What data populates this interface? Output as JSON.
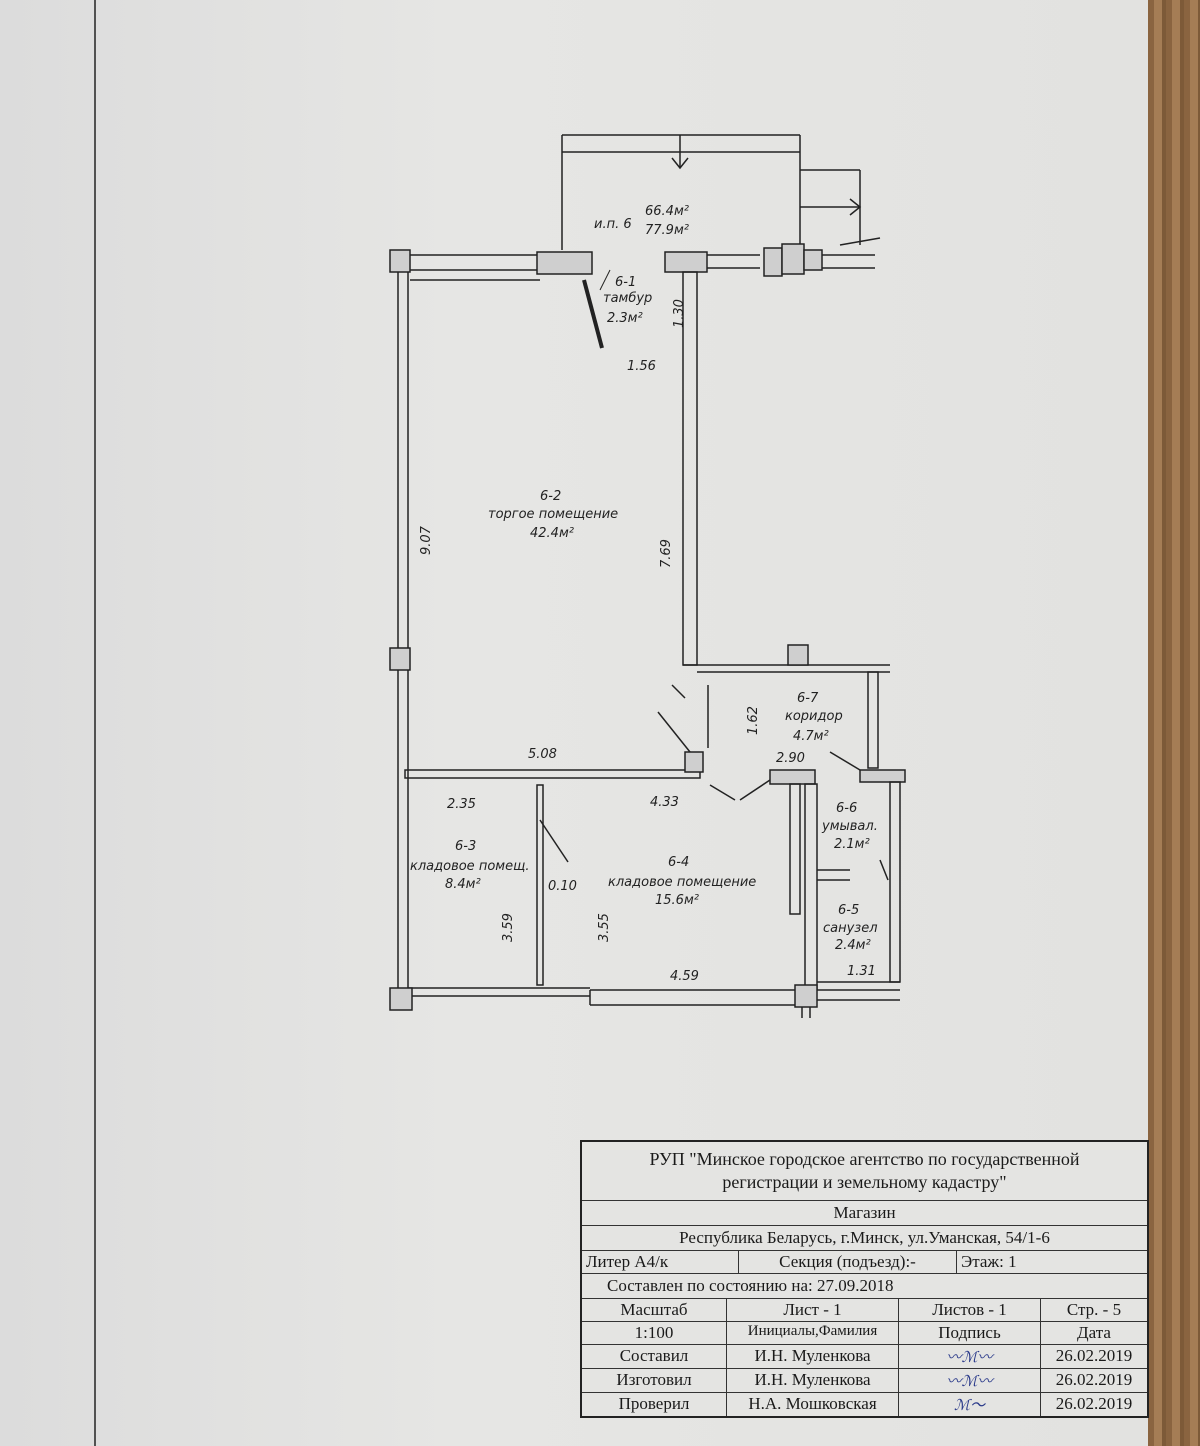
{
  "plan": {
    "stair_label": "и.п. 6",
    "stair_area_1": "66.4м²",
    "stair_area_2": "77.9м²",
    "rooms": [
      {
        "id": "6-1",
        "name": "тамбур",
        "area": "2.3м²"
      },
      {
        "id": "6-2",
        "name": "торгое помещение",
        "area": "42.4м²"
      },
      {
        "id": "6-3",
        "name": "кладовое помещ.",
        "area": "8.4м²"
      },
      {
        "id": "6-4",
        "name": "кладовое помещение",
        "area": "15.6м²"
      },
      {
        "id": "6-5",
        "name": "санузел",
        "area": "2.4м²"
      },
      {
        "id": "6-6",
        "name": "умывал.",
        "area": "2.1м²"
      },
      {
        "id": "6-7",
        "name": "коридор",
        "area": "4.7м²"
      }
    ],
    "dimensions": {
      "d130": "1.30",
      "d156": "1.56",
      "d907": "9.07",
      "d769": "7.69",
      "d162": "1.62",
      "d290": "2.90",
      "d508": "5.08",
      "d235": "2.35",
      "d433": "4.33",
      "d010": "0.10",
      "d359": "3.59",
      "d355": "3.55",
      "d459": "4.59",
      "d131": "1.31"
    }
  },
  "titleblock": {
    "org": "РУП \"Минское городское агентство по государственной регистрации и земельному кадастру\"",
    "object": "Магазин",
    "address": "Республика Беларусь, г.Минск, ул.Уманская, 54/1-6",
    "liter": "Литер А4/к",
    "section": "Секция (подъезд):-",
    "floor": "Этаж: 1",
    "state_date": "Составлен по состоянию на: 27.09.2018",
    "scale_label": "Масштаб",
    "sheet": "Лист -     1",
    "sheets": "Листов -   1",
    "page": "Стр. -    5",
    "scale": "1:100",
    "col_name": "Инициалы,Фамилия",
    "col_sign": "Подпись",
    "col_date": "Дата",
    "rows": [
      {
        "role": "Составил",
        "name": "И.Н. Муленкова",
        "date": "26.02.2019"
      },
      {
        "role": "Изготовил",
        "name": "И.Н. Муленкова",
        "date": "26.02.2019"
      },
      {
        "role": "Проверил",
        "name": "Н.А. Мошковская",
        "date": "26.02.2019"
      }
    ]
  }
}
